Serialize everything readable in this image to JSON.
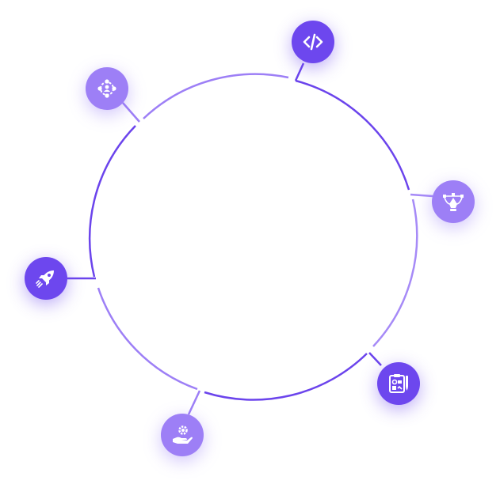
{
  "colors": {
    "dark_accent": "#6d47ee",
    "light_accent": "#9d7ff6",
    "ring_dark": "#6b44ec",
    "ring_light": "#a68af7",
    "icon": "#ffffff"
  },
  "nodes": [
    {
      "id": "code",
      "icon": "code-brackets-icon",
      "tone": "dark"
    },
    {
      "id": "team",
      "icon": "team-network-icon",
      "tone": "light"
    },
    {
      "id": "design",
      "icon": "vector-pen-icon",
      "tone": "light"
    },
    {
      "id": "launch",
      "icon": "rocket-icon",
      "tone": "dark"
    },
    {
      "id": "planning",
      "icon": "clipboard-plan-icon",
      "tone": "dark"
    },
    {
      "id": "support",
      "icon": "hand-gear-icon",
      "tone": "light"
    }
  ]
}
